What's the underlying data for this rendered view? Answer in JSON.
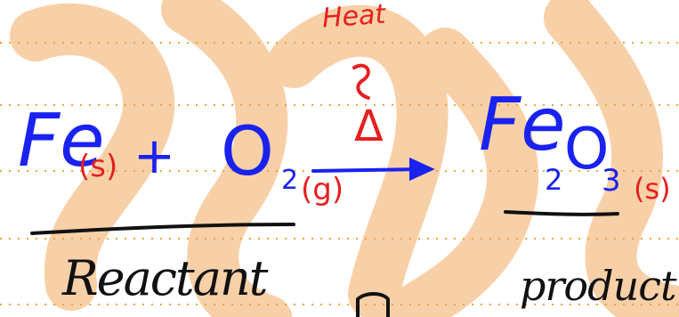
{
  "annotation": {
    "heat_label": "Heat",
    "delta_symbol": "Δ"
  },
  "equation": {
    "reactant_1": {
      "formula": "Fe",
      "state": "(s)"
    },
    "plus_sign": "+",
    "reactant_2": {
      "formula": "O",
      "subscript": "2",
      "state": "(g)"
    },
    "product": {
      "formula_1": "Fe",
      "subscript_1": "2",
      "formula_2": "O",
      "subscript_2": "3",
      "state": "(s)"
    }
  },
  "labels": {
    "reactant": "Reactant",
    "product": "product"
  },
  "colors": {
    "formula": "#1a22f0",
    "state": "#e51f1f",
    "heat": "#e51f1f",
    "label": "#111111",
    "rule_lines": "#f0a23c",
    "watermark": "#f7c89a"
  }
}
